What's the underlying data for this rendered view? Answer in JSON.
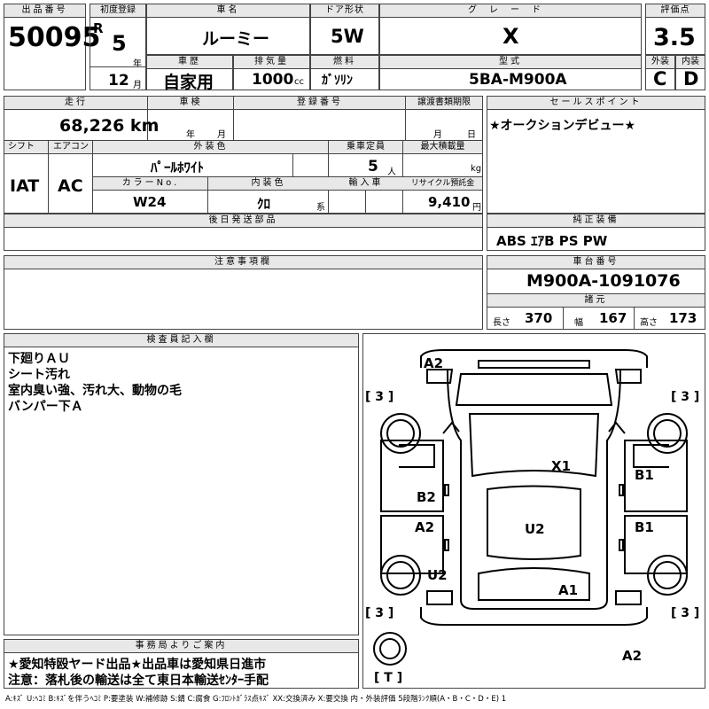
{
  "lot": {
    "label": "出品番号",
    "value": "50095"
  },
  "first_reg": {
    "label": "初度登録",
    "era": "R",
    "year": "5",
    "year_unit": "年",
    "month": "12",
    "month_unit": "月"
  },
  "car_name": {
    "label": "車名",
    "value": "ルーミー"
  },
  "door": {
    "label": "ドア形状",
    "value": "5W"
  },
  "grade": {
    "label": "グレード",
    "value": "X"
  },
  "score": {
    "label": "評価点",
    "value": "3.5"
  },
  "history": {
    "label": "車歴",
    "value": "自家用"
  },
  "displacement": {
    "label": "排気量",
    "value": "1000",
    "unit": "cc"
  },
  "fuel": {
    "label": "燃料",
    "value": "ｶﾞｿﾘﾝ"
  },
  "model": {
    "label": "型式",
    "value": "5BA-M900A"
  },
  "ext_grade": {
    "label": "外装",
    "value": "C"
  },
  "int_grade": {
    "label": "内装",
    "value": "D"
  },
  "mileage": {
    "label": "走行",
    "value": "68,226 km"
  },
  "inspection": {
    "label": "車検",
    "year_unit": "年",
    "month_unit": "月"
  },
  "registration": {
    "label": "登録番号"
  },
  "transfer_deadline": {
    "label": "譲渡書類期限",
    "month_unit": "月",
    "day_unit": "日"
  },
  "shift": {
    "label": "シフト",
    "value": "IAT"
  },
  "aircon": {
    "label": "エアコン",
    "value": "AC"
  },
  "exterior_color": {
    "label": "外装色",
    "value": "ﾊﾟｰﾙﾎﾜｲﾄ"
  },
  "capacity": {
    "label": "乗車定員",
    "value": "5",
    "unit": "人"
  },
  "max_load": {
    "label": "最大積載量",
    "unit": "kg"
  },
  "color_no": {
    "label": "カラーNo.",
    "value": "W24"
  },
  "interior_color": {
    "label": "内装色",
    "value": "ｸﾛ",
    "unit": "系"
  },
  "import": {
    "label": "輸入車"
  },
  "recycle": {
    "label": "リサイクル預託金",
    "value": "9,410",
    "unit": "円"
  },
  "sales_point": {
    "label": "セールスポイント",
    "value": "★オークションデビュー★"
  },
  "later_parts": {
    "label": "後日発送部品"
  },
  "equipment": {
    "label": "純正装備",
    "value": "ABS ｴｱB PS PW"
  },
  "notes": {
    "label": "注意事項欄"
  },
  "chassis": {
    "label": "車台番号",
    "value": "M900A-1091076"
  },
  "specs": {
    "label": "諸元",
    "length_label": "長さ",
    "length": "370",
    "width_label": "幅",
    "width": "167",
    "height_label": "高さ",
    "height": "173"
  },
  "inspector": {
    "label": "検査員記入欄",
    "lines": [
      "下廻りＡＵ",
      "シート汚れ",
      "室内臭い強、汚れ大、動物の毛",
      "バンパー下Ａ"
    ]
  },
  "office": {
    "label": "事務局よりご案内",
    "lines": [
      "★愛知特殴ヤード出品★出品車は愛知県日進市",
      "注意：落札後の輸送は全て東日本輸送ｾﾝﾀｰ手配"
    ]
  },
  "diagram": {
    "marks": [
      "A2",
      "X1",
      "B2",
      "B1",
      "A2",
      "B1",
      "U2",
      "U2",
      "A1",
      "A2"
    ],
    "tires": [
      "[ 3 ]",
      "[ 3 ]",
      "[ 3 ]",
      "[ 3 ]",
      "[ T ]"
    ]
  },
  "legend": "A:ｷｽﾞ  U:ﾍｺﾐ  B:ｷｽﾞを伴うﾍｺﾐ  P:要塗装  W:補修跡  S:錆  C:腐食  G:ﾌﾛﾝﾄｶﾞﾗｽ点ｷｽﾞ  XX:交換済み  X:要交換   内・外装評価  5段階ﾗﾝｸ順(A・B・C・D・E)  1"
}
